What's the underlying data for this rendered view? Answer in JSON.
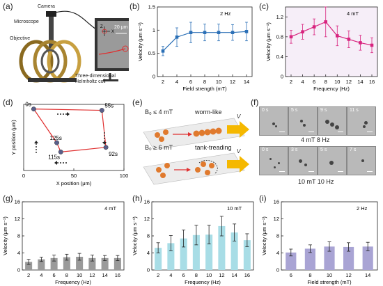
{
  "panels": {
    "a": {
      "letter": "(a)",
      "labels": {
        "camera": "Camera",
        "microscope": "Microscope",
        "objective": "Objective",
        "coil": "Three-dimensional\nHelmholtz coil",
        "scale": "20 μm",
        "axis_z": "Z",
        "axis_x": "X"
      }
    },
    "b": {
      "letter": "(b)"
    },
    "c": {
      "letter": "(c)"
    },
    "d": {
      "letter": "(d)",
      "xlabel": "X position (μm)",
      "ylabel": "Y position (μm)",
      "labels": [
        "0s",
        "55s",
        "92s",
        "115s",
        "125s"
      ]
    },
    "e": {
      "letter": "(e)",
      "row1": {
        "cond": "B₀ ≤ 4 mT",
        "mode": "worm-like",
        "v": "V"
      },
      "row2": {
        "cond": "B₀ ≥ 6 mT",
        "mode": "tank-treading",
        "v": "V"
      }
    },
    "f": {
      "letter": "(f)",
      "row1": {
        "times": [
          "0 s",
          "5 s",
          "9 s",
          "11 s"
        ],
        "caption": "4 mT   8 Hz"
      },
      "row2": {
        "times": [
          "0 s",
          "3 s",
          "5 s",
          "7 s"
        ],
        "caption": "10 mT   10 Hz"
      }
    },
    "g": {
      "letter": "(g)"
    },
    "h": {
      "letter": "(h)"
    },
    "i": {
      "letter": "(i)"
    }
  },
  "chart_data": [
    {
      "id": "b",
      "type": "line",
      "annotation": "2 Hz",
      "xlabel": "Field strength (mT)",
      "ylabel": "Velocity (μm s⁻¹)",
      "x": [
        2,
        4,
        6,
        8,
        10,
        12,
        14
      ],
      "y": [
        0.55,
        0.85,
        0.95,
        0.95,
        0.95,
        0.95,
        0.97
      ],
      "err": [
        0.1,
        0.2,
        0.22,
        0.18,
        0.18,
        0.17,
        0.2
      ],
      "xticks": [
        2,
        4,
        6,
        8,
        10,
        12,
        14
      ],
      "yticks": [
        0.0,
        0.5,
        1.0,
        1.5
      ],
      "ylim": [
        0,
        1.5
      ],
      "color": "#2a6fb6"
    },
    {
      "id": "c",
      "type": "line",
      "annotation": "4 mT",
      "xlabel": "Frequency (Hz)",
      "ylabel": "Velocity (μm s⁻¹)",
      "x": [
        2,
        4,
        6,
        8,
        10,
        12,
        14,
        16
      ],
      "y": [
        0.8,
        0.9,
        1.0,
        1.1,
        0.82,
        0.75,
        0.68,
        0.63
      ],
      "err": [
        0.13,
        0.15,
        0.16,
        0.3,
        0.2,
        0.17,
        0.15,
        0.15
      ],
      "xticks": [
        2,
        4,
        6,
        8,
        10,
        12,
        14,
        16
      ],
      "yticks": [
        0.0,
        0.4,
        0.8,
        1.2
      ],
      "ylim": [
        0,
        1.4
      ],
      "color": "#d8247f"
    },
    {
      "id": "d",
      "type": "line",
      "x": [
        10,
        78,
        82,
        37,
        33,
        10
      ],
      "y": [
        93,
        91,
        35,
        28,
        42,
        93
      ],
      "xticks": [
        0,
        50,
        100
      ],
      "yticks": [],
      "xlim": [
        0,
        100
      ],
      "ylim": [
        0,
        100
      ],
      "color": "#e03030"
    },
    {
      "id": "g",
      "type": "bar",
      "annotation": "4 mT",
      "xlabel": "Frequency (Hz)",
      "ylabel": "Velocity (μm s⁻¹)",
      "categories": [
        "2",
        "4",
        "6",
        "8",
        "10",
        "12",
        "14",
        "16"
      ],
      "values": [
        1.9,
        2.5,
        2.8,
        3.0,
        3.1,
        2.8,
        2.8,
        2.8
      ],
      "err": [
        0.6,
        0.5,
        0.7,
        0.7,
        0.8,
        0.7,
        0.6,
        0.6
      ],
      "yticks": [
        0,
        4,
        8,
        12,
        16
      ],
      "ylim": [
        0,
        16
      ],
      "color": "#9a9a9a"
    },
    {
      "id": "h",
      "type": "bar",
      "annotation": "10 mT",
      "xlabel": "Frequency (Hz)",
      "ylabel": "Velocity (μm s⁻¹)",
      "categories": [
        "2",
        "4",
        "6",
        "8",
        "10",
        "12",
        "14",
        "16"
      ],
      "values": [
        5.2,
        6.3,
        7.4,
        8.2,
        8.3,
        10.3,
        8.8,
        7.0
      ],
      "err": [
        1.2,
        1.8,
        2.0,
        2.3,
        2.2,
        2.3,
        2.0,
        1.5
      ],
      "yticks": [
        0,
        4,
        8,
        12,
        16
      ],
      "ylim": [
        0,
        16
      ],
      "color": "#a8dde6"
    },
    {
      "id": "i",
      "type": "bar",
      "annotation": "2 Hz",
      "xlabel": "Field strength (mT)",
      "ylabel": "Velocity (μm s⁻¹)",
      "categories": [
        "6",
        "8",
        "10",
        "12",
        "14"
      ],
      "values": [
        4.1,
        5.0,
        5.5,
        5.4,
        5.5
      ],
      "err": [
        0.8,
        0.9,
        1.1,
        1.0,
        1.0
      ],
      "yticks": [
        0,
        4,
        8,
        12,
        16
      ],
      "ylim": [
        0,
        16
      ],
      "color": "#a9a4d4"
    }
  ]
}
